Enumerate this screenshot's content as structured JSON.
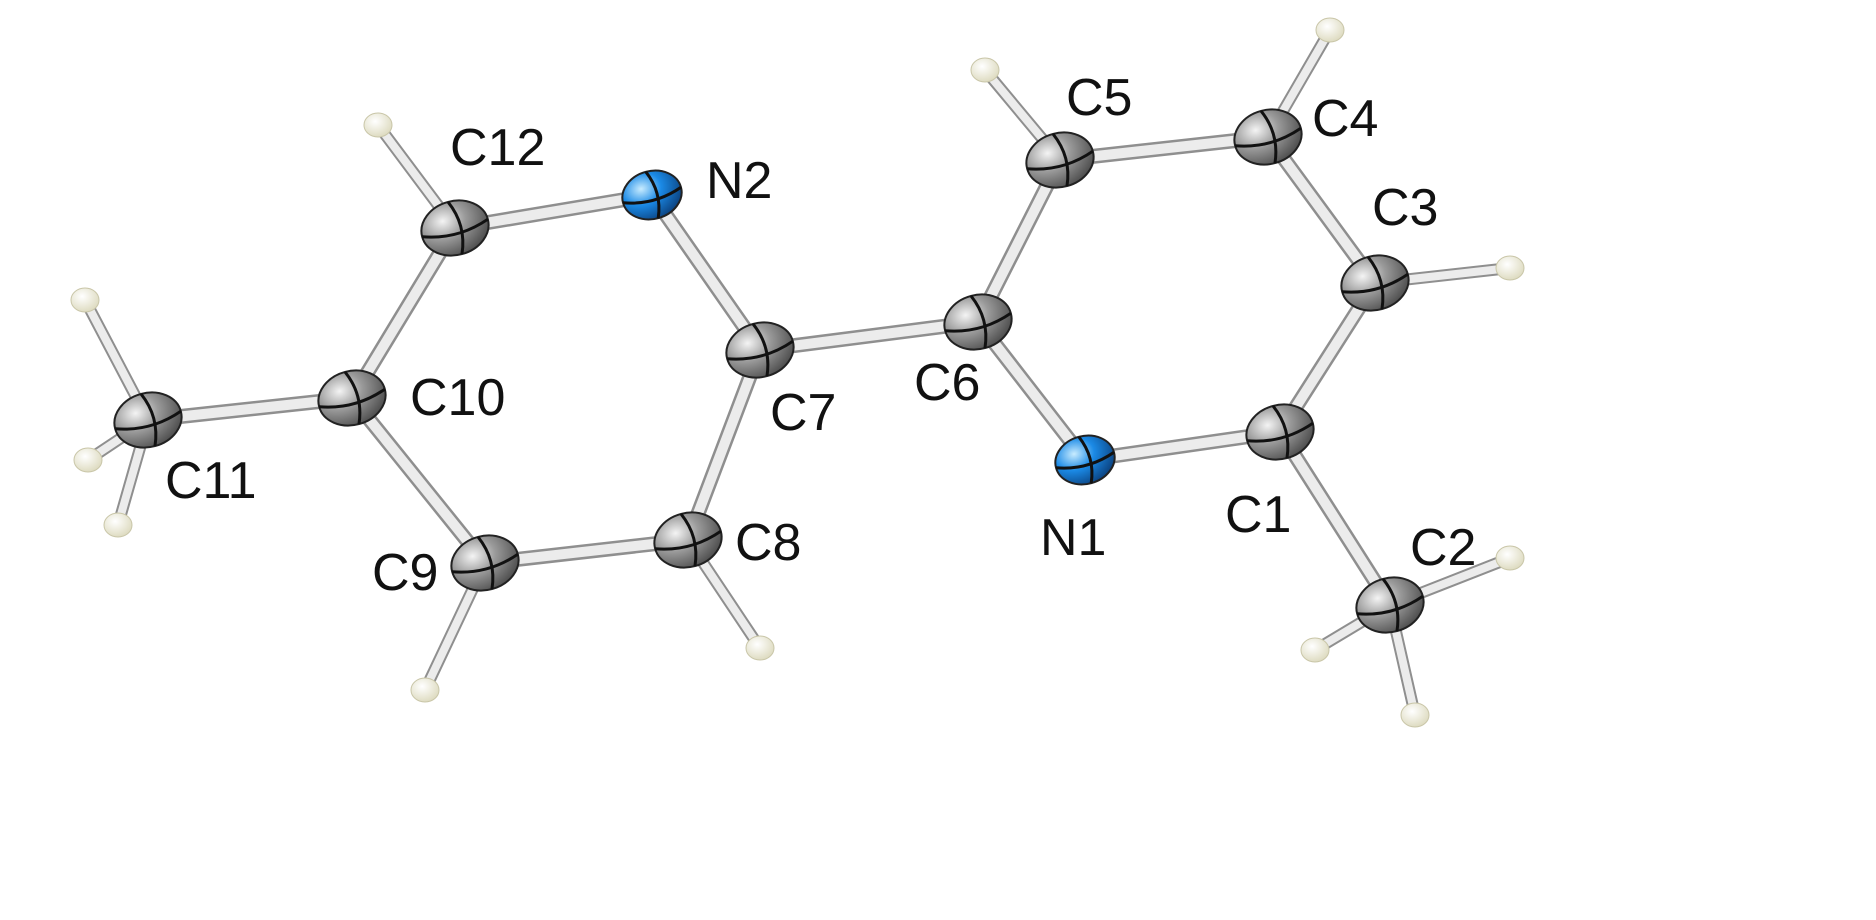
{
  "colors": {
    "carbon": "#8a8a8a",
    "carbon_highlight": "#f2f2f2",
    "nitrogen": "#1b8ae6",
    "nitrogen_highlight": "#bfe6ff",
    "hydrogen": "#f1f0dc",
    "bond": "#ececec",
    "bond_edge": "#8f8f8f",
    "principal_axis": "#111111",
    "label": "#111111"
  },
  "atoms": [
    {
      "id": "C1",
      "element": "C",
      "label": "C1"
    },
    {
      "id": "C2",
      "element": "C",
      "label": "C2"
    },
    {
      "id": "C3",
      "element": "C",
      "label": "C3"
    },
    {
      "id": "C4",
      "element": "C",
      "label": "C4"
    },
    {
      "id": "C5",
      "element": "C",
      "label": "C5"
    },
    {
      "id": "C6",
      "element": "C",
      "label": "C6"
    },
    {
      "id": "N1",
      "element": "N",
      "label": "N1"
    },
    {
      "id": "C7",
      "element": "C",
      "label": "C7"
    },
    {
      "id": "C8",
      "element": "C",
      "label": "C8"
    },
    {
      "id": "C9",
      "element": "C",
      "label": "C9"
    },
    {
      "id": "C10",
      "element": "C",
      "label": "C10"
    },
    {
      "id": "C11",
      "element": "C",
      "label": "C11"
    },
    {
      "id": "C12",
      "element": "C",
      "label": "C12"
    },
    {
      "id": "N2",
      "element": "N",
      "label": "N2"
    }
  ],
  "hydrogens": [
    {
      "id": "H5",
      "parent": "C5"
    },
    {
      "id": "H4",
      "parent": "C4"
    },
    {
      "id": "H3",
      "parent": "C3"
    },
    {
      "id": "H2A",
      "parent": "C2"
    },
    {
      "id": "H2B",
      "parent": "C2"
    },
    {
      "id": "H2C",
      "parent": "C2"
    },
    {
      "id": "H12",
      "parent": "C12"
    },
    {
      "id": "H11A",
      "parent": "C11"
    },
    {
      "id": "H11B",
      "parent": "C11"
    },
    {
      "id": "H11C",
      "parent": "C11"
    },
    {
      "id": "H9",
      "parent": "C9"
    },
    {
      "id": "H8",
      "parent": "C8"
    }
  ],
  "bonds": [
    [
      "C12",
      "N2"
    ],
    [
      "N2",
      "C7"
    ],
    [
      "C7",
      "C8"
    ],
    [
      "C8",
      "C9"
    ],
    [
      "C9",
      "C10"
    ],
    [
      "C10",
      "C12"
    ],
    [
      "C10",
      "C11"
    ],
    [
      "C7",
      "C6"
    ],
    [
      "C6",
      "C5"
    ],
    [
      "C5",
      "C4"
    ],
    [
      "C4",
      "C3"
    ],
    [
      "C3",
      "C1"
    ],
    [
      "C1",
      "N1"
    ],
    [
      "N1",
      "C6"
    ],
    [
      "C1",
      "C2"
    ]
  ]
}
